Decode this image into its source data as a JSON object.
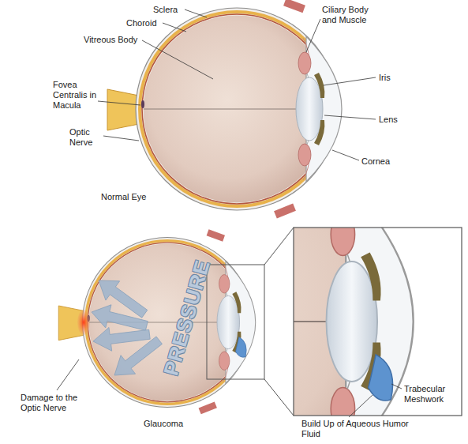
{
  "diagram": {
    "labels": [
      "Sclera",
      "Choroid",
      "Vitreous Body",
      "Fovea Centralis in Macula",
      "Optic Nerve",
      "Ciliary Body and Muscle",
      "Iris",
      "Lens",
      "Cornea",
      "Normal Eye",
      "PRESSURE",
      "Damage to the Optic Nerve",
      "Glaucoma",
      "Trabecular Meshwork",
      "Build Up of Aqueous Humor Fluid"
    ]
  }
}
